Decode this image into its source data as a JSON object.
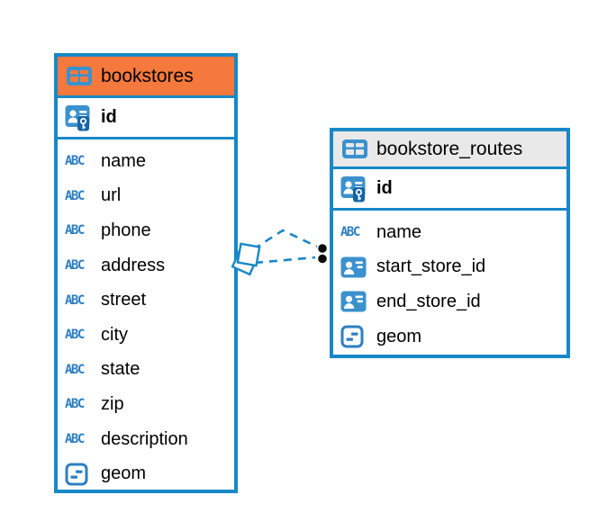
{
  "colors": {
    "table_border_blue": "#1888C8",
    "bookstores_header_orange": "#F5793C",
    "routes_header_gray": "#E9E9E9",
    "icon_blue": "#3B91CE",
    "key_patch_dark_blue": "#1565A8",
    "text_icon_blue": "#2D7FC2",
    "connector_dash_blue": "#1888C8",
    "endpoint_dot_black": "#0B0B0B"
  },
  "icons": {
    "text_type_label": "ABC"
  },
  "tables": [
    {
      "name": "bookstores",
      "primary_key": {
        "name": "id",
        "icon": "person-key-icon"
      },
      "columns": [
        {
          "name": "name",
          "type": "text"
        },
        {
          "name": "url",
          "type": "text"
        },
        {
          "name": "phone",
          "type": "text"
        },
        {
          "name": "address",
          "type": "text"
        },
        {
          "name": "street",
          "type": "text"
        },
        {
          "name": "city",
          "type": "text"
        },
        {
          "name": "state",
          "type": "text"
        },
        {
          "name": "zip",
          "type": "text"
        },
        {
          "name": "description",
          "type": "text"
        },
        {
          "name": "geom",
          "type": "geometry"
        }
      ]
    },
    {
      "name": "bookstore_routes",
      "primary_key": {
        "name": "id",
        "icon": "person-key-icon"
      },
      "columns": [
        {
          "name": "name",
          "type": "text"
        },
        {
          "name": "start_store_id",
          "type": "reference"
        },
        {
          "name": "end_store_id",
          "type": "reference"
        },
        {
          "name": "geom",
          "type": "geometry"
        }
      ]
    }
  ],
  "relationships": [
    {
      "from": "bookstore_routes.start_store_id",
      "to": "bookstores.id",
      "style": "dashed"
    },
    {
      "from": "bookstore_routes.end_store_id",
      "to": "bookstores.id",
      "style": "dashed"
    }
  ]
}
